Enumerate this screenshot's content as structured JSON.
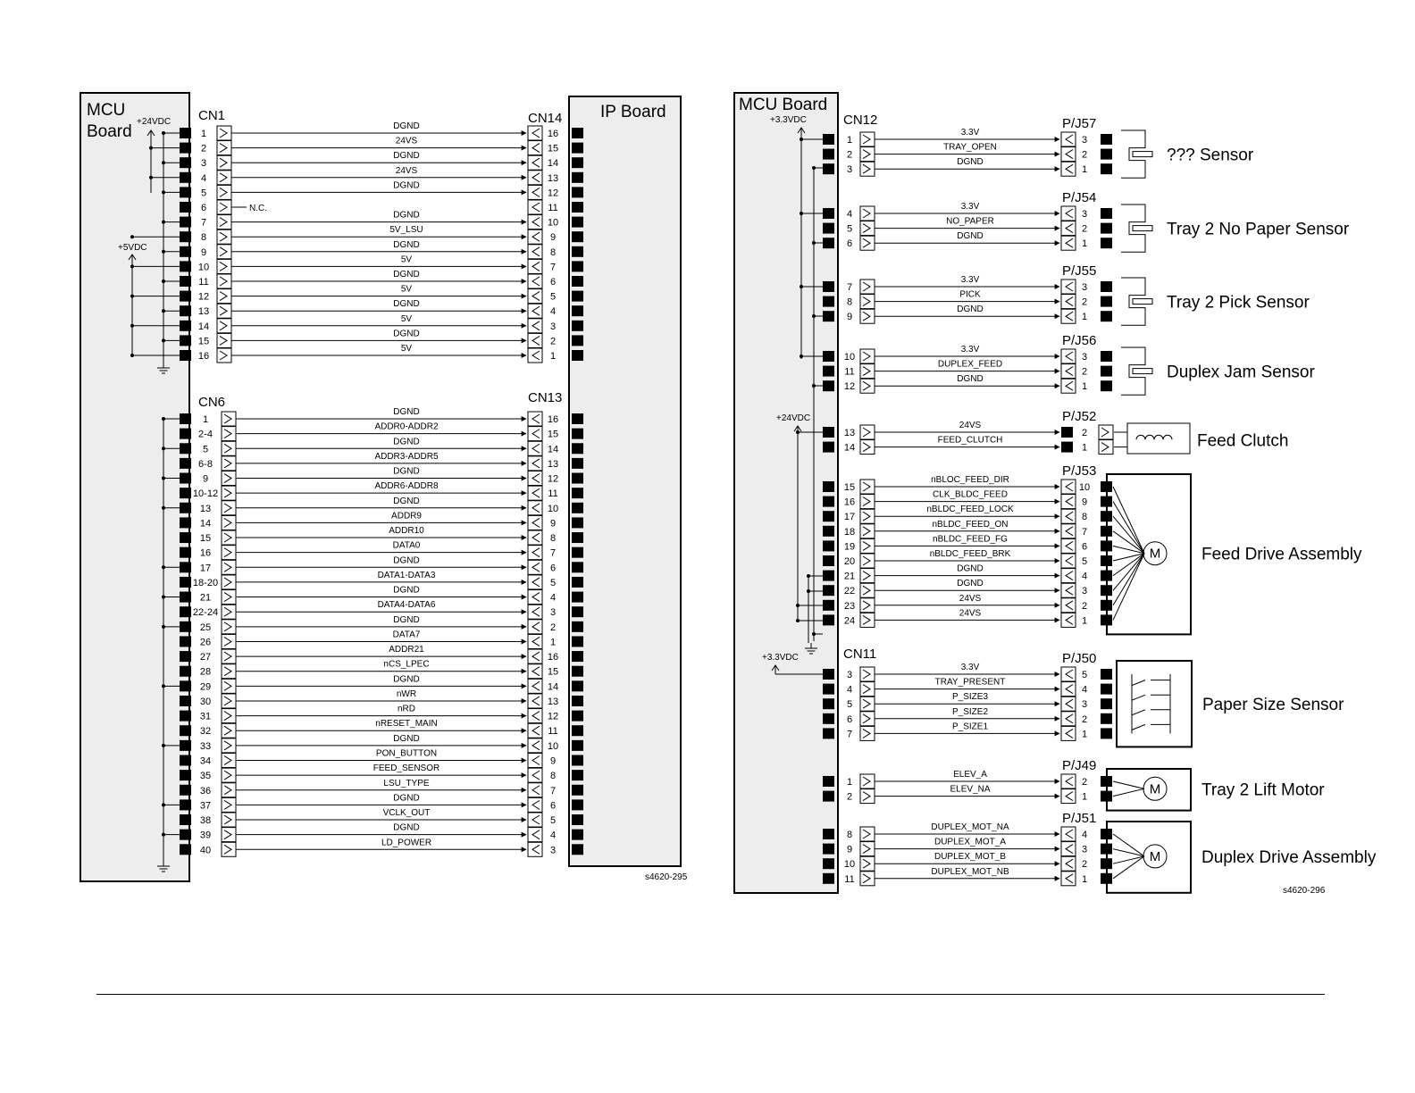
{
  "left_diagram": {
    "mcu_label": [
      "MCU",
      "Board"
    ],
    "ip_label": "IP Board",
    "rail_24v": "+24VDC",
    "rail_5v": "+5VDC",
    "cn1": {
      "name": "CN1",
      "mate": "CN14",
      "nc_label": "N.C.",
      "rows": [
        {
          "pin": "1",
          "signal": "DGND",
          "mate_pin": "16"
        },
        {
          "pin": "2",
          "signal": "24VS",
          "mate_pin": "15"
        },
        {
          "pin": "3",
          "signal": "DGND",
          "mate_pin": "14"
        },
        {
          "pin": "4",
          "signal": "24VS",
          "mate_pin": "13"
        },
        {
          "pin": "5",
          "signal": "DGND",
          "mate_pin": "12"
        },
        {
          "pin": "6",
          "signal": "",
          "mate_pin": "11"
        },
        {
          "pin": "7",
          "signal": "DGND",
          "mate_pin": "10"
        },
        {
          "pin": "8",
          "signal": "5V_LSU",
          "mate_pin": "9"
        },
        {
          "pin": "9",
          "signal": "DGND",
          "mate_pin": "8"
        },
        {
          "pin": "10",
          "signal": "5V",
          "mate_pin": "7"
        },
        {
          "pin": "11",
          "signal": "DGND",
          "mate_pin": "6"
        },
        {
          "pin": "12",
          "signal": "5V",
          "mate_pin": "5"
        },
        {
          "pin": "13",
          "signal": "DGND",
          "mate_pin": "4"
        },
        {
          "pin": "14",
          "signal": "5V",
          "mate_pin": "3"
        },
        {
          "pin": "15",
          "signal": "DGND",
          "mate_pin": "2"
        },
        {
          "pin": "16",
          "signal": "5V",
          "mate_pin": "1"
        }
      ]
    },
    "cn6": {
      "name": "CN6",
      "mate": "CN13",
      "rows": [
        {
          "pin": "1",
          "signal": "DGND",
          "mate_pin": "16"
        },
        {
          "pin": "2-4",
          "signal": "ADDR0-ADDR2",
          "mate_pin": "15"
        },
        {
          "pin": "5",
          "signal": "DGND",
          "mate_pin": "14"
        },
        {
          "pin": "6-8",
          "signal": "ADDR3-ADDR5",
          "mate_pin": "13"
        },
        {
          "pin": "9",
          "signal": "DGND",
          "mate_pin": "12"
        },
        {
          "pin": "10-12",
          "signal": "ADDR6-ADDR8",
          "mate_pin": "11"
        },
        {
          "pin": "13",
          "signal": "DGND",
          "mate_pin": "10"
        },
        {
          "pin": "14",
          "signal": "ADDR9",
          "mate_pin": "9"
        },
        {
          "pin": "15",
          "signal": "ADDR10",
          "mate_pin": "8"
        },
        {
          "pin": "16",
          "signal": "DATA0",
          "mate_pin": "7"
        },
        {
          "pin": "17",
          "signal": "DGND",
          "mate_pin": "6"
        },
        {
          "pin": "18-20",
          "signal": "DATA1-DATA3",
          "mate_pin": "5"
        },
        {
          "pin": "21",
          "signal": "DGND",
          "mate_pin": "4"
        },
        {
          "pin": "22-24",
          "signal": "DATA4-DATA6",
          "mate_pin": "3"
        },
        {
          "pin": "25",
          "signal": "DGND",
          "mate_pin": "2"
        },
        {
          "pin": "26",
          "signal": "DATA7",
          "mate_pin": "1"
        },
        {
          "pin": "27",
          "signal": "ADDR21",
          "mate_pin": "16"
        },
        {
          "pin": "28",
          "signal": "nCS_LPEC",
          "mate_pin": "15"
        },
        {
          "pin": "29",
          "signal": "DGND",
          "mate_pin": "14"
        },
        {
          "pin": "30",
          "signal": "nWR",
          "mate_pin": "13"
        },
        {
          "pin": "31",
          "signal": "nRD",
          "mate_pin": "12"
        },
        {
          "pin": "32",
          "signal": "nRESET_MAIN",
          "mate_pin": "11"
        },
        {
          "pin": "33",
          "signal": "DGND",
          "mate_pin": "10"
        },
        {
          "pin": "34",
          "signal": "PON_BUTTON",
          "mate_pin": "9"
        },
        {
          "pin": "35",
          "signal": "FEED_SENSOR",
          "mate_pin": "8"
        },
        {
          "pin": "36",
          "signal": "LSU_TYPE",
          "mate_pin": "7"
        },
        {
          "pin": "37",
          "signal": "DGND",
          "mate_pin": "6"
        },
        {
          "pin": "38",
          "signal": "VCLK_OUT",
          "mate_pin": "5"
        },
        {
          "pin": "39",
          "signal": "DGND",
          "mate_pin": "4"
        },
        {
          "pin": "40",
          "signal": "LD_POWER",
          "mate_pin": "3"
        }
      ]
    },
    "figure_id": "s4620-295"
  },
  "right_diagram": {
    "mcu_label": "MCU Board",
    "rail_33v_top": "+3.3VDC",
    "rail_24v": "+24VDC",
    "rail_33v_cn11": "+3.3VDC",
    "cn12_name": "CN12",
    "cn11_name": "CN11",
    "groups": [
      {
        "plug": "P/J57",
        "component": "??? Sensor",
        "type": "sensor",
        "rows": [
          {
            "pin": "1",
            "signal": "3.3V",
            "mate_pin": "3"
          },
          {
            "pin": "2",
            "signal": "TRAY_OPEN",
            "mate_pin": "2"
          },
          {
            "pin": "3",
            "signal": "DGND",
            "mate_pin": "1"
          }
        ]
      },
      {
        "plug": "P/J54",
        "component": "Tray 2 No Paper Sensor",
        "type": "sensor",
        "rows": [
          {
            "pin": "4",
            "signal": "3.3V",
            "mate_pin": "3"
          },
          {
            "pin": "5",
            "signal": "NO_PAPER",
            "mate_pin": "2"
          },
          {
            "pin": "6",
            "signal": "DGND",
            "mate_pin": "1"
          }
        ]
      },
      {
        "plug": "P/J55",
        "component": "Tray 2 Pick Sensor",
        "type": "sensor",
        "rows": [
          {
            "pin": "7",
            "signal": "3.3V",
            "mate_pin": "3"
          },
          {
            "pin": "8",
            "signal": "PICK",
            "mate_pin": "2"
          },
          {
            "pin": "9",
            "signal": "DGND",
            "mate_pin": "1"
          }
        ]
      },
      {
        "plug": "P/J56",
        "component": "Duplex Jam Sensor",
        "type": "sensor",
        "rows": [
          {
            "pin": "10",
            "signal": "3.3V",
            "mate_pin": "3"
          },
          {
            "pin": "11",
            "signal": "DUPLEX_FEED",
            "mate_pin": "2"
          },
          {
            "pin": "12",
            "signal": "DGND",
            "mate_pin": "1"
          }
        ]
      },
      {
        "plug": "P/J52",
        "component": "Feed Clutch",
        "type": "clutch",
        "rows": [
          {
            "pin": "13",
            "signal": "24VS",
            "mate_pin": "2"
          },
          {
            "pin": "14",
            "signal": "FEED_CLUTCH",
            "mate_pin": "1"
          }
        ]
      },
      {
        "plug": "P/J53",
        "component": "Feed Drive Assembly",
        "type": "motor_box",
        "rows": [
          {
            "pin": "15",
            "signal": "nBLOC_FEED_DIR",
            "mate_pin": "10"
          },
          {
            "pin": "16",
            "signal": "CLK_BLDC_FEED",
            "mate_pin": "9"
          },
          {
            "pin": "17",
            "signal": "nBLDC_FEED_LOCK",
            "mate_pin": "8"
          },
          {
            "pin": "18",
            "signal": "nBLDC_FEED_ON",
            "mate_pin": "7"
          },
          {
            "pin": "19",
            "signal": "nBLDC_FEED_FG",
            "mate_pin": "6"
          },
          {
            "pin": "20",
            "signal": "nBLDC_FEED_BRK",
            "mate_pin": "5"
          },
          {
            "pin": "21",
            "signal": "DGND",
            "mate_pin": "4"
          },
          {
            "pin": "22",
            "signal": "DGND",
            "mate_pin": "3"
          },
          {
            "pin": "23",
            "signal": "24VS",
            "mate_pin": "2"
          },
          {
            "pin": "24",
            "signal": "24VS",
            "mate_pin": "1"
          }
        ]
      },
      {
        "plug": "P/J50",
        "component": "Paper Size Sensor",
        "type": "switch_box",
        "rows": [
          {
            "pin": "3",
            "signal": "3.3V",
            "mate_pin": "5"
          },
          {
            "pin": "4",
            "signal": "TRAY_PRESENT",
            "mate_pin": "4"
          },
          {
            "pin": "5",
            "signal": "P_SIZE3",
            "mate_pin": "3"
          },
          {
            "pin": "6",
            "signal": "P_SIZE2",
            "mate_pin": "2"
          },
          {
            "pin": "7",
            "signal": "P_SIZE1",
            "mate_pin": "1"
          }
        ]
      },
      {
        "plug": "P/J49",
        "component": "Tray 2 Lift Motor",
        "type": "motor_box",
        "rows": [
          {
            "pin": "1",
            "signal": "ELEV_A",
            "mate_pin": "2"
          },
          {
            "pin": "2",
            "signal": "ELEV_NA",
            "mate_pin": "1"
          }
        ]
      },
      {
        "plug": "P/J51",
        "component": "Duplex Drive Assembly",
        "type": "motor_box",
        "rows": [
          {
            "pin": "8",
            "signal": "DUPLEX_MOT_NA",
            "mate_pin": "4"
          },
          {
            "pin": "9",
            "signal": "DUPLEX_MOT_A",
            "mate_pin": "3"
          },
          {
            "pin": "10",
            "signal": "DUPLEX_MOT_B",
            "mate_pin": "2"
          },
          {
            "pin": "11",
            "signal": "DUPLEX_MOT_NB",
            "mate_pin": "1"
          }
        ]
      }
    ],
    "motor_symbol": "M",
    "figure_id": "s4620-296"
  }
}
